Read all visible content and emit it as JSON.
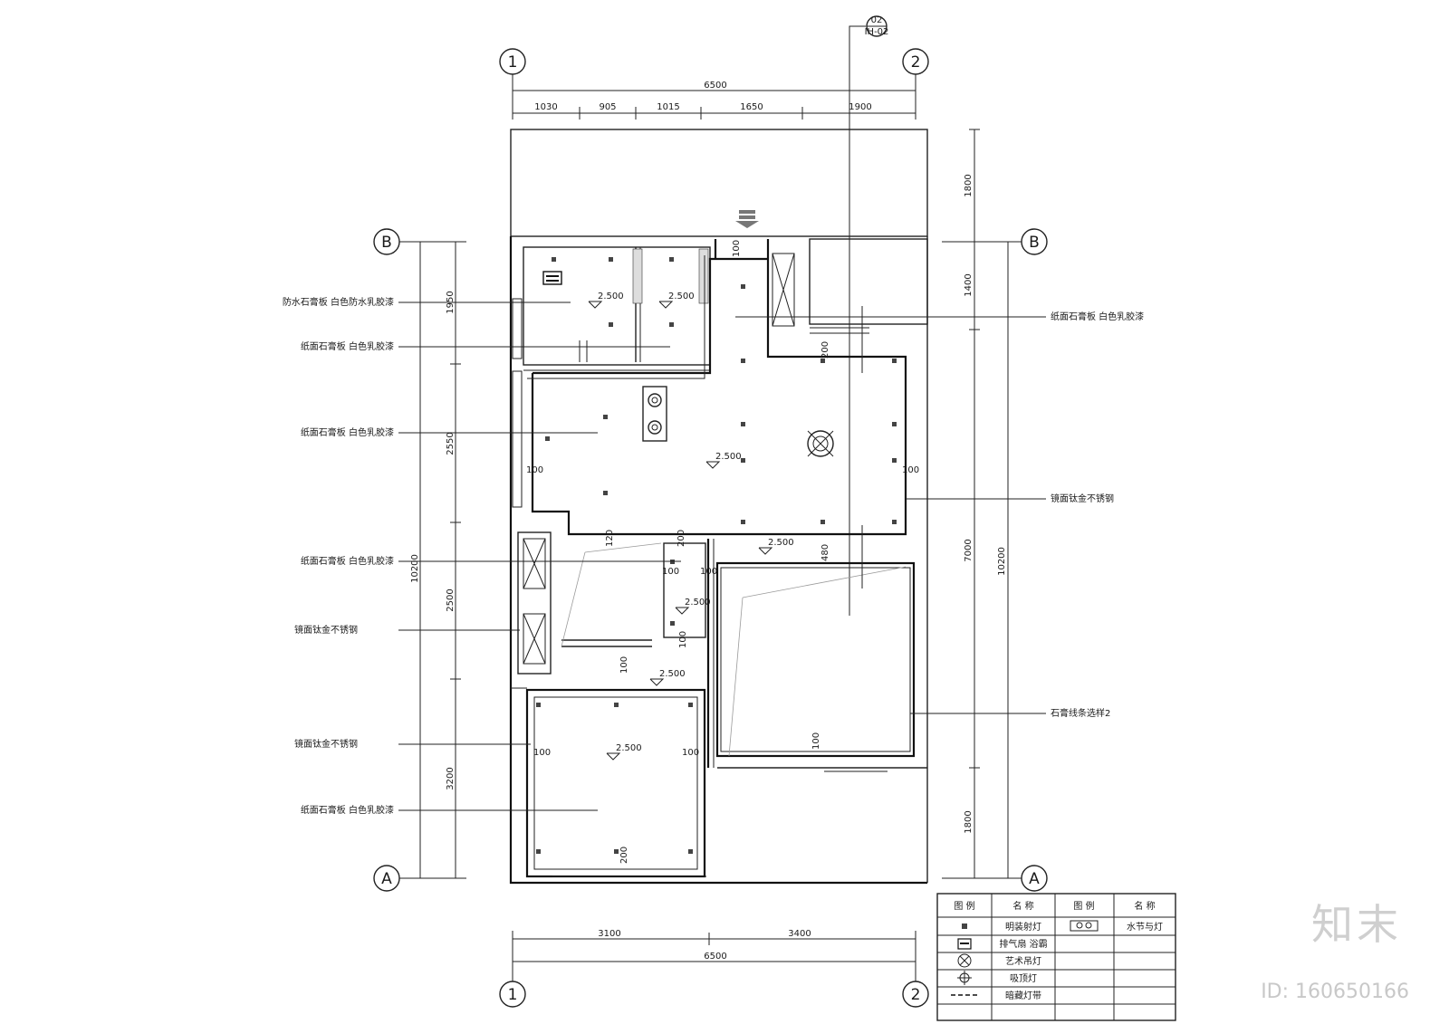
{
  "axes": {
    "left": "1",
    "right": "2",
    "top": "B",
    "bottom": "A"
  },
  "section_marker": {
    "top": "02",
    "bottom": "IH-02"
  },
  "dims_top": {
    "total": "6500",
    "segments": [
      "1030",
      "905",
      "1015",
      "1650",
      "1900"
    ]
  },
  "dims_bottom": {
    "total": "6500",
    "segments": [
      "3100",
      "3400"
    ]
  },
  "dims_left": {
    "total": "10200",
    "segments": [
      "1950",
      "2550",
      "2500",
      "3200"
    ]
  },
  "dims_right": {
    "inner_total": "7000",
    "total": "10200",
    "segments": [
      "1800",
      "1400",
      "1800"
    ]
  },
  "annotations_left": [
    "防水石膏板 白色防水乳胶漆",
    "纸面石膏板 白色乳胶漆",
    "纸面石膏板 白色乳胶漆",
    "纸面石膏板 白色乳胶漆",
    "镜面钛金不锈钢",
    "镜面钛金不锈钢",
    "纸面石膏板 白色乳胶漆"
  ],
  "annotations_right": [
    "纸面石膏板 白色乳胶漆",
    "镜面钛金不锈钢",
    "石膏线条选样2"
  ],
  "elevations": [
    "2.500",
    "2.500",
    "2.500",
    "2.500",
    "2.500",
    "2.500",
    "2.500"
  ],
  "offsets": [
    "100",
    "200",
    "100",
    "100",
    "120",
    "200",
    "480",
    "100",
    "100",
    "100",
    "100",
    "100",
    "100",
    "100",
    "200"
  ],
  "legend": {
    "headers": [
      "图 例",
      "名 称",
      "图 例",
      "名 称"
    ],
    "rows": [
      {
        "symbol": "recessed-light-icon",
        "name": "明装射灯",
        "symbol2": "double-spot-light-icon",
        "name2": "水节与灯"
      },
      {
        "symbol": "exhaust-fan-icon",
        "name": "排气扇 浴霸"
      },
      {
        "symbol": "pendant-light-icon",
        "name": "艺术吊灯"
      },
      {
        "symbol": "ceiling-light-icon",
        "name": "吸顶灯"
      },
      {
        "symbol": "hidden-light-strip-icon",
        "name": "暗藏灯带"
      }
    ]
  },
  "watermark": {
    "brand": "知末",
    "id": "ID: 160650166"
  }
}
